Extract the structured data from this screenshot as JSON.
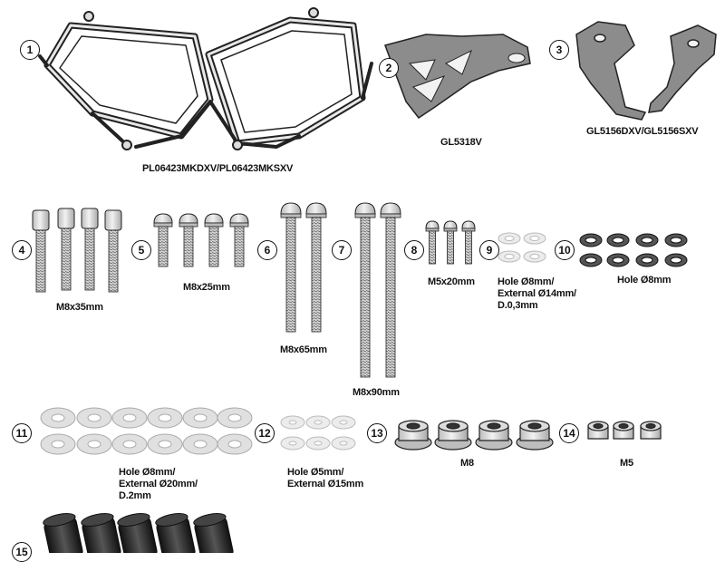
{
  "parts": [
    {
      "number": "1",
      "label": "PL06423MKDXV/PL06423MKSXV"
    },
    {
      "number": "2",
      "label": "GL5318V"
    },
    {
      "number": "3",
      "label": "GL5156DXV/GL5156SXV"
    },
    {
      "number": "4",
      "label": "M8x35mm"
    },
    {
      "number": "5",
      "label": "M8x25mm"
    },
    {
      "number": "6",
      "label": "M8x65mm"
    },
    {
      "number": "7",
      "label": "M8x90mm"
    },
    {
      "number": "8",
      "label": "M5x20mm"
    },
    {
      "number": "9",
      "label_lines": [
        "Hole Ø8mm/",
        "External Ø14mm/",
        "D.0,3mm"
      ]
    },
    {
      "number": "10",
      "label": "Hole Ø8mm"
    },
    {
      "number": "11",
      "label_lines": [
        "Hole Ø8mm/",
        "External Ø20mm/",
        "D.2mm"
      ]
    },
    {
      "number": "12",
      "label_lines": [
        "Hole Ø5mm/",
        "External Ø15mm"
      ]
    },
    {
      "number": "13",
      "label": "M8"
    },
    {
      "number": "14",
      "label": "M5"
    },
    {
      "number": "15"
    }
  ],
  "colors": {
    "line": "#222222",
    "metal": "#d9d9d9",
    "dark": "#3a3a3a",
    "washer": "#e2e2e2"
  }
}
